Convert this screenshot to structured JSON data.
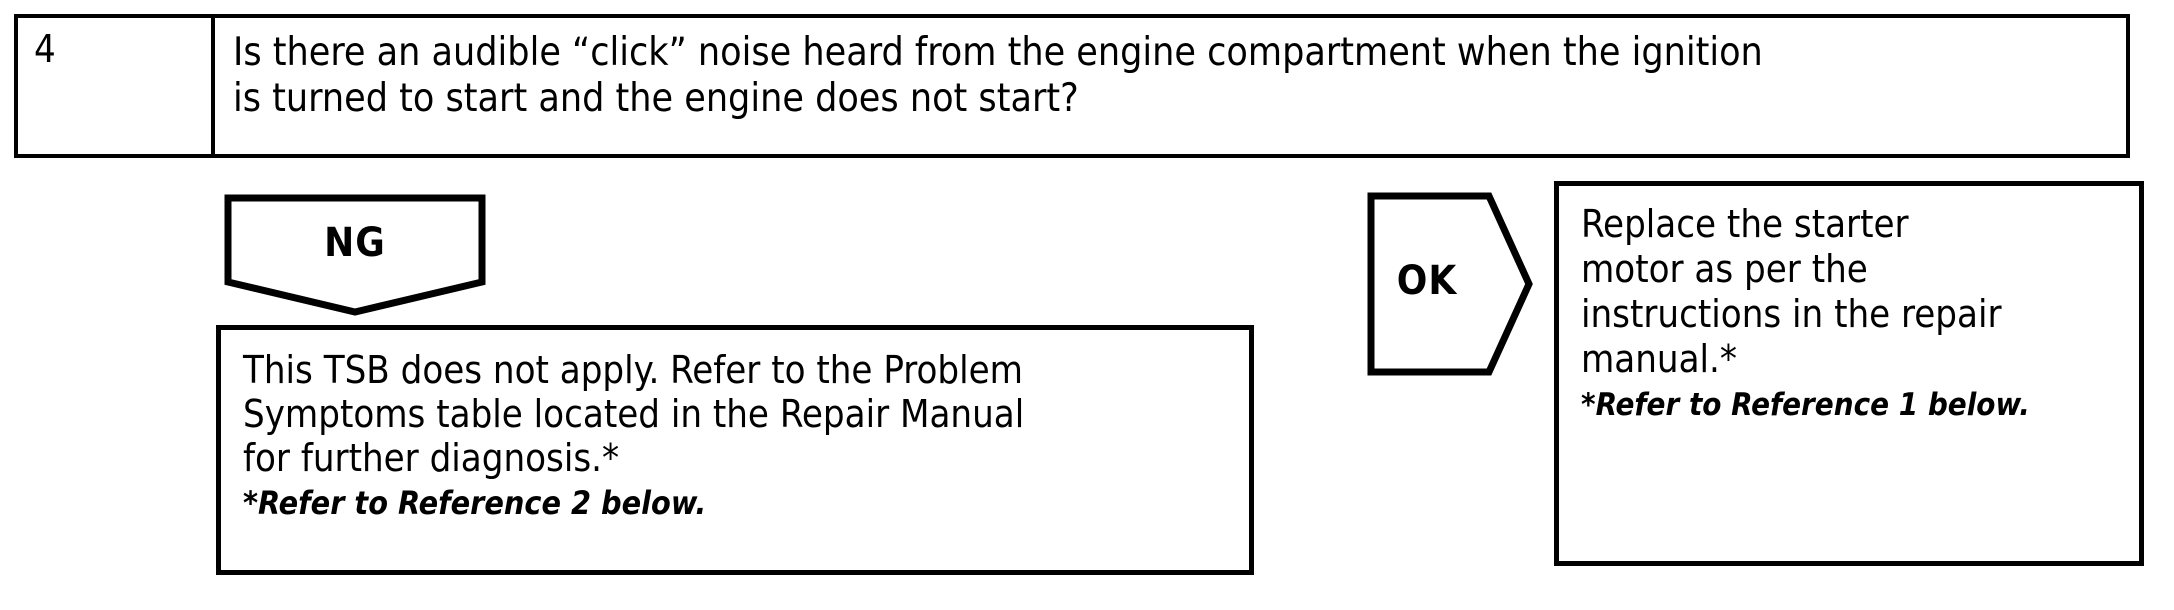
{
  "question_row": {
    "number": "4",
    "text": "Is there an audible “click” noise heard  from the engine compartment when the ignition\nis turned to start and the engine does not start?"
  },
  "branches": {
    "ng": {
      "connector_label": "NG",
      "connector_shape": "pentagon-down-arrow",
      "result": {
        "body": "This TSB does not apply. Refer to the Problem\nSymptoms table located in the Repair Manual\nfor further diagnosis.*",
        "reference_note": "*Refer to Reference 2 below."
      }
    },
    "ok": {
      "connector_label": "OK",
      "connector_shape": "pentagon-right-arrow",
      "result": {
        "body": "Replace the starter\nmotor as per the\ninstructions in the repair\nmanual.*",
        "reference_note": "*Refer to Reference 1 below."
      }
    }
  },
  "colors": {
    "stroke": "#000000",
    "background": "#ffffff",
    "text": "#000000"
  }
}
